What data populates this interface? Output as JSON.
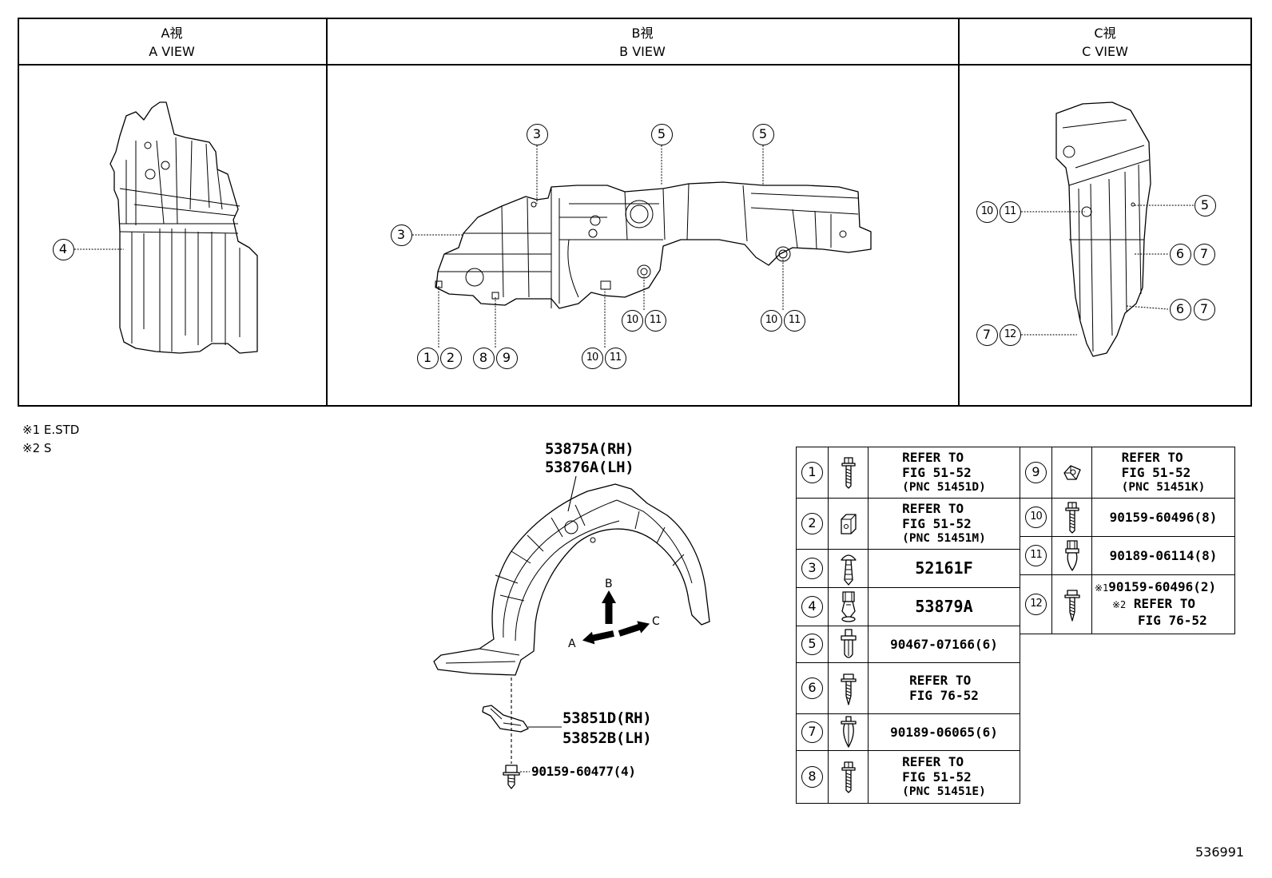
{
  "views": [
    {
      "jp": "A視",
      "en": "A VIEW"
    },
    {
      "jp": "B視",
      "en": "B VIEW"
    },
    {
      "jp": "C視",
      "en": "C VIEW"
    }
  ],
  "callouts": {
    "a_view": [
      [
        "4"
      ]
    ],
    "b_view": [
      [
        "3"
      ],
      [
        "5"
      ],
      [
        "5"
      ],
      [
        "3"
      ],
      [
        "1",
        "2"
      ],
      [
        "8",
        "9"
      ],
      [
        "10",
        "11"
      ],
      [
        "10",
        "11"
      ],
      [
        "10",
        "11"
      ]
    ],
    "c_view": [
      [
        "10",
        "11"
      ],
      [
        "5"
      ],
      [
        "6",
        "7"
      ],
      [
        "6",
        "7"
      ],
      [
        "7",
        "12"
      ]
    ]
  },
  "notes": [
    "※1 E.STD",
    "※2 S"
  ],
  "parts": {
    "wheel_liner": {
      "rh": "53875A(RH)",
      "lh": "53876A(LH)"
    },
    "bracket": {
      "rh": "53851D(RH)",
      "lh": "53852B(LH)"
    },
    "bolt": "90159-60477(4)"
  },
  "direction_labels": {
    "a": "A",
    "b": "B",
    "c": "C"
  },
  "parts_table": {
    "left": [
      {
        "no": "1",
        "icon": "bolt-icon",
        "lines": [
          "REFER TO",
          "FIG 51-52",
          "(PNC 51451D)"
        ]
      },
      {
        "no": "2",
        "icon": "u-nut-icon",
        "lines": [
          "REFER TO",
          "FIG 51-52",
          "(PNC 51451M)"
        ]
      },
      {
        "no": "3",
        "icon": "tree-clip-icon",
        "lines": [
          "52161F"
        ]
      },
      {
        "no": "4",
        "icon": "grommet-clip-icon",
        "lines": [
          "53879A"
        ]
      },
      {
        "no": "5",
        "icon": "push-rivet-icon",
        "lines": [
          "90467-07166(6)"
        ]
      },
      {
        "no": "6",
        "icon": "tapping-screw-icon",
        "lines": [
          "REFER TO",
          "FIG 76-52"
        ]
      },
      {
        "no": "7",
        "icon": "push-clip-icon",
        "lines": [
          "90189-06065(6)"
        ]
      },
      {
        "no": "8",
        "icon": "bolt-icon",
        "lines": [
          "REFER TO",
          "FIG 51-52",
          "(PNC 51451E)"
        ]
      }
    ],
    "right": [
      {
        "no": "9",
        "icon": "speed-nut-icon",
        "lines": [
          "REFER TO",
          "FIG 51-52",
          "(PNC 51451K)"
        ]
      },
      {
        "no": "10",
        "icon": "bolt-icon",
        "lines": [
          "90159-60496(8)"
        ]
      },
      {
        "no": "11",
        "icon": "grommet-icon",
        "lines": [
          "90189-06114(8)"
        ]
      },
      {
        "no": "12",
        "icon": "tapping-screw-icon",
        "lines": [
          {
            "mark": "※1",
            "text": "90159-60496(2)"
          },
          {
            "mark": "※2",
            "text": "REFER TO"
          },
          {
            "mark": "",
            "text": "FIG 76-52"
          }
        ]
      }
    ]
  },
  "page_id": "536991"
}
